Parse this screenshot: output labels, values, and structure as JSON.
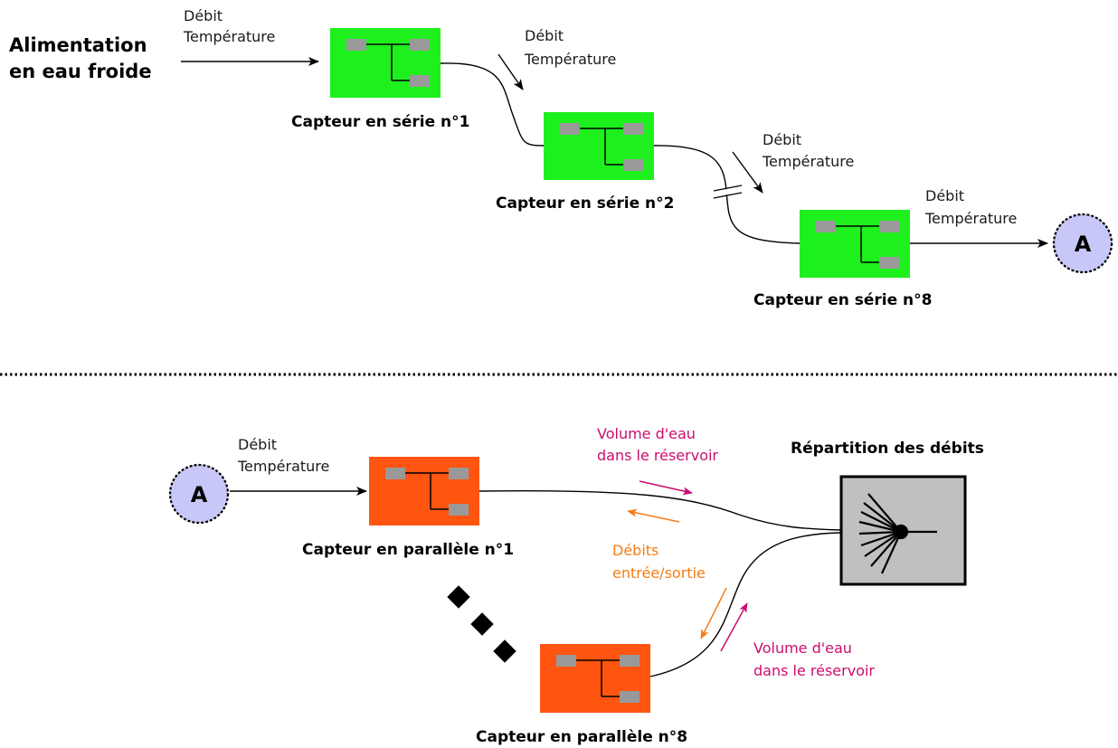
{
  "supply": {
    "line1": "Alimentation",
    "line2": "en eau froide"
  },
  "flow_label": {
    "debit": "Débit",
    "temperature": "Température"
  },
  "serial_sensors": [
    {
      "name": "Capteur en série n°1"
    },
    {
      "name": "Capteur en série n°2"
    },
    {
      "name": "Capteur en série n°8"
    }
  ],
  "connector_label": "A",
  "parallel_sensors": [
    {
      "name": "Capteur en parallèle n°1"
    },
    {
      "name": "Capteur en parallèle n°8"
    }
  ],
  "distribution": {
    "title": "Répartition des débits"
  },
  "volume_label": {
    "line1": "Volume d'eau",
    "line2": "dans le réservoir"
  },
  "flows_label": {
    "line1": "Débits",
    "line2": "entrée/sortie"
  },
  "colors": {
    "serial_box": "#1ef01e",
    "parallel_box": "#ff5511",
    "port": "#999999",
    "connector": "#c8c8f8",
    "distributor": "#c0c0c0",
    "volume_arrow": "#cc0d6e",
    "flow_arrow": "#f47c16"
  }
}
